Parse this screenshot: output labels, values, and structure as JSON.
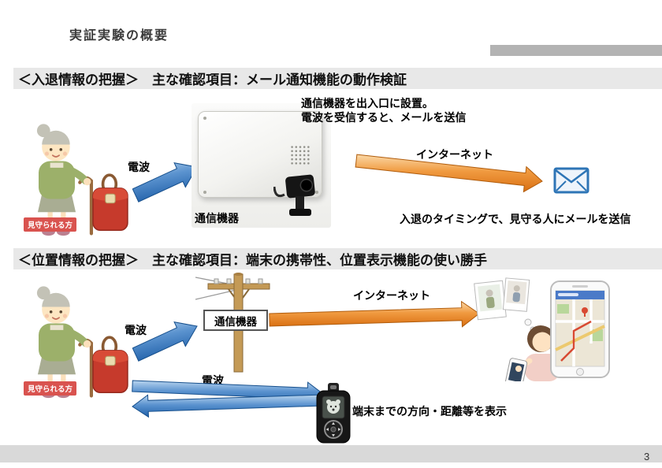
{
  "page": {
    "title": "実証実験の概要",
    "page_number": "3"
  },
  "colors": {
    "section_header_bg": "#e8e8e8",
    "accent_bar_gray": "#b3b3b3",
    "arrow_blue": "#1f5fa8",
    "arrow_orange": "#d96f12",
    "person_tag_red": "#d9534f",
    "mail_blue": "#2e75b6"
  },
  "icons": {
    "mail": "mail-envelope-icon",
    "device_photo": "communication-device-photo",
    "elderly_person": "elderly-person-illustration",
    "utility_pole": "utility-pole-illustration",
    "watcher": "watcher-with-smartphone-illustration",
    "map_phone": "smartphone-map-illustration",
    "gps_terminal": "handheld-terminal-illustration"
  },
  "section1": {
    "header": "＜入退情報の把握＞　主な確認項目：メール通知機能の動作検証",
    "person_tag": "見守られる方",
    "radio_label": "電波",
    "device_label": "通信機器",
    "device_note_line1": "通信機器を出入口に設置。",
    "device_note_line2": "電波を受信すると、メールを送信",
    "internet_label": "インターネット",
    "mail_note": "入退のタイミングで、見守る人にメールを送信"
  },
  "section2": {
    "header": "＜位置情報の把握＞　主な確認項目：端末の携帯性、位置表示機能の使い勝手",
    "person_tag": "見守られる方",
    "radio_label_up": "電波",
    "pole_sign": "通信機器",
    "internet_label": "インターネット",
    "radio_label_terminal": "電波",
    "terminal_note": "端末までの方向・距離等を表示"
  }
}
